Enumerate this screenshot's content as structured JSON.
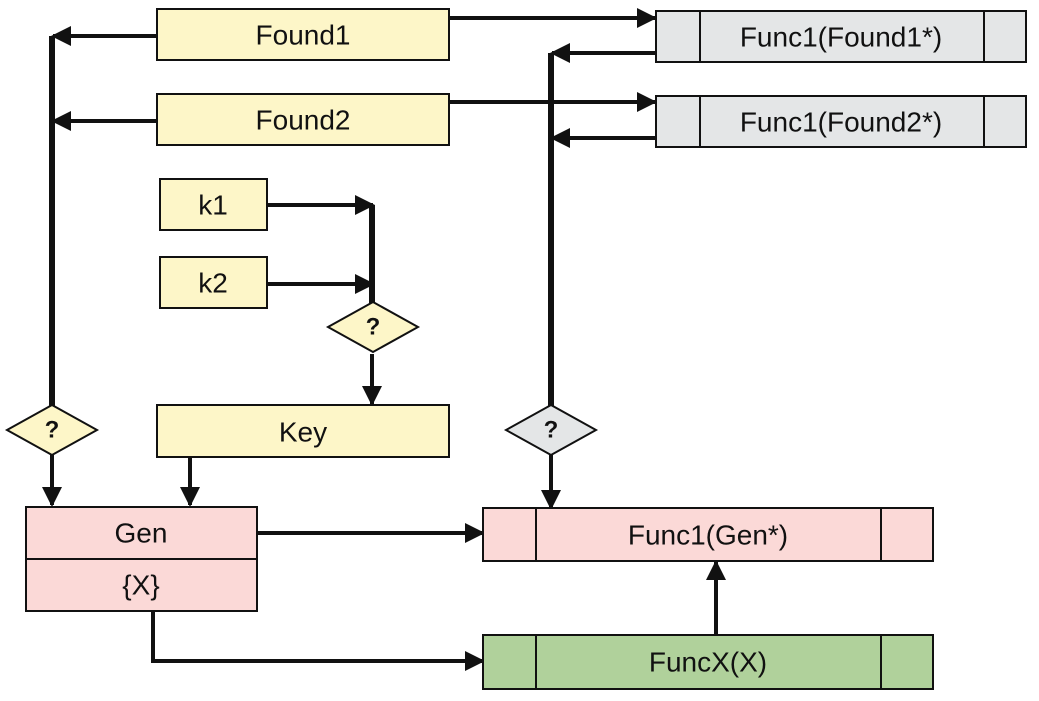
{
  "colors": {
    "yellow": "#fdf6c8",
    "gray": "#e4e6e7",
    "pink": "#fbd9d7",
    "green": "#b0d19b",
    "stroke": "#111111"
  },
  "nodes": {
    "found1": "Found1",
    "found2": "Found2",
    "k1": "k1",
    "k2": "k2",
    "key": "Key",
    "gen": "Gen",
    "gen_sub": "{X}",
    "func1_found1": "Func1(Found1*)",
    "func1_found2": "Func1(Found2*)",
    "func1_gen": "Func1(Gen*)",
    "funcx": "FuncX(X)"
  },
  "decisions": {
    "left": "?",
    "key": "?",
    "right": "?"
  }
}
